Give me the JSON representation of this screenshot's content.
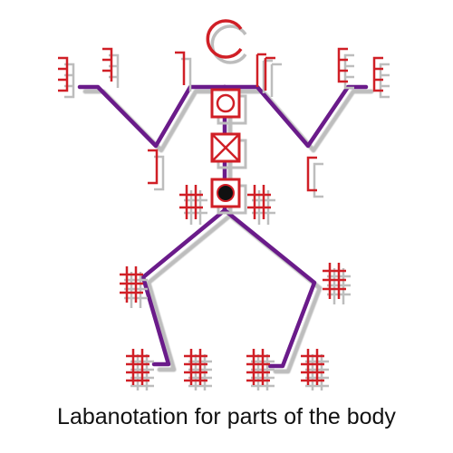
{
  "caption": "Labanotation for parts of the body",
  "colors": {
    "skeleton": "#6a1b8a",
    "symbol": "#d01f26",
    "shadow": "#bdbdbd",
    "joint_dot": "#111111"
  },
  "symbols": [
    "head-symbol",
    "chest-symbol",
    "waist-symbol",
    "pelvis-symbol",
    "left-hand-symbol",
    "left-fingers-symbol",
    "left-shoulder-symbol",
    "left-elbow-symbol",
    "right-shoulder-symbol",
    "right-hand-symbol",
    "right-fingers-symbol",
    "right-elbow-symbol",
    "left-hip-symbol",
    "right-hip-symbol",
    "left-knee-symbol",
    "right-knee-symbol",
    "left-ankle-symbol",
    "left-foot-symbol",
    "right-foot-symbol",
    "right-ankle-symbol"
  ]
}
